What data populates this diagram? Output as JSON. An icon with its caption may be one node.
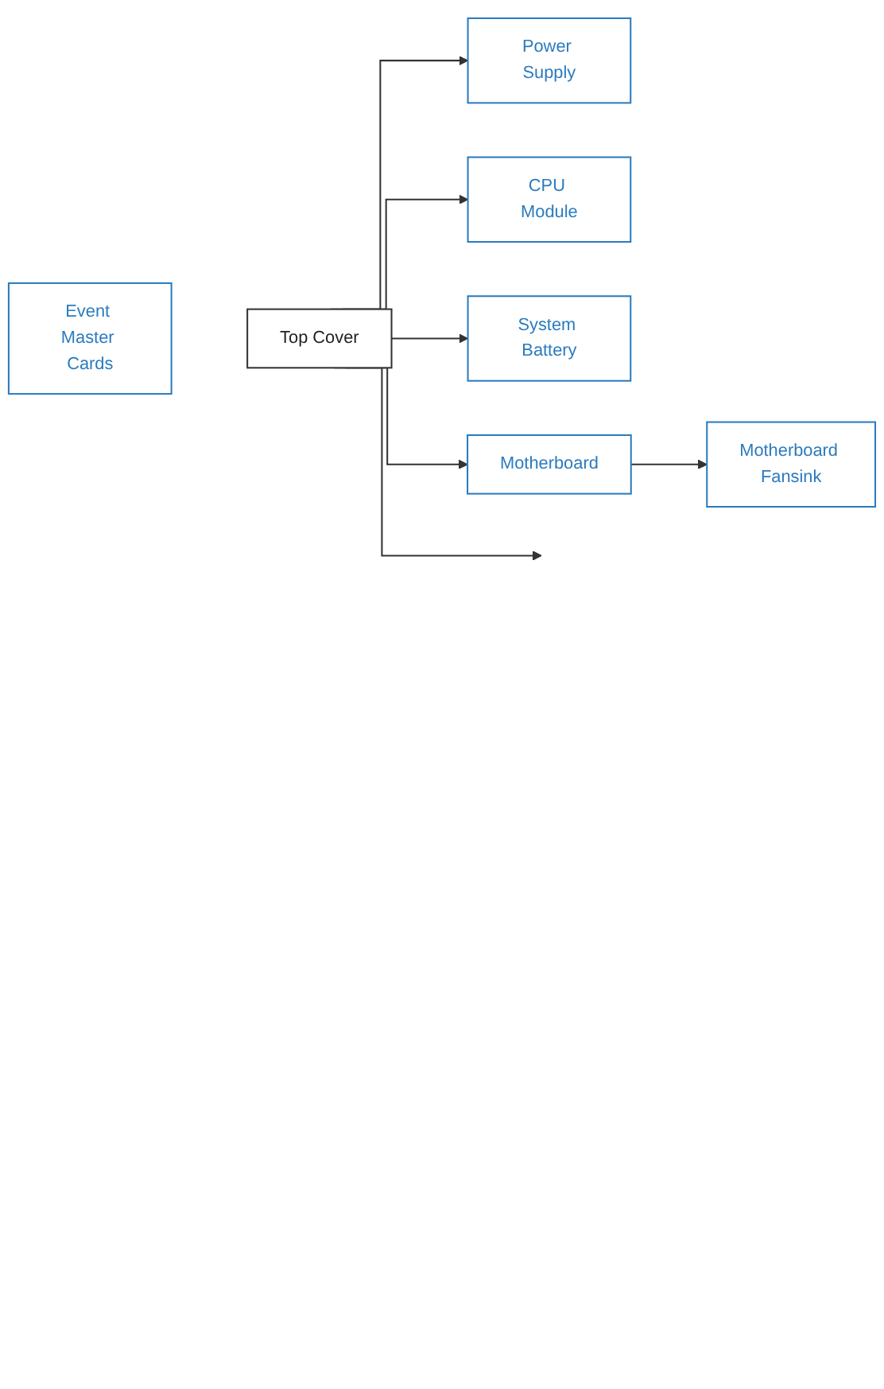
{
  "diagram": {
    "nodes": [
      {
        "text": [
          "Event Master Cards"
        ]
      },
      {
        "text": [
          "Top Cover"
        ]
      },
      {
        "text": [
          "Power Supply"
        ]
      },
      {
        "text": [
          "CPU Module"
        ]
      },
      {
        "text": [
          "System Battery"
        ]
      },
      {
        "text": [
          "Motherboard"
        ]
      },
      {
        "text": [
          "Motherboard Fansink"
        ]
      }
    ],
    "edges": [
      {
        "from": 1,
        "to": 2,
        "arrow": "to"
      },
      {
        "from": 1,
        "to": 3,
        "arrow": "to"
      },
      {
        "from": 1,
        "to": 4,
        "arrow": "to"
      },
      {
        "from": 1,
        "to": 5,
        "arrow": "to"
      },
      {
        "from": 1,
        "to": null,
        "arrow": "to"
      },
      {
        "from": 5,
        "to": 6,
        "arrow": "to"
      }
    ]
  }
}
